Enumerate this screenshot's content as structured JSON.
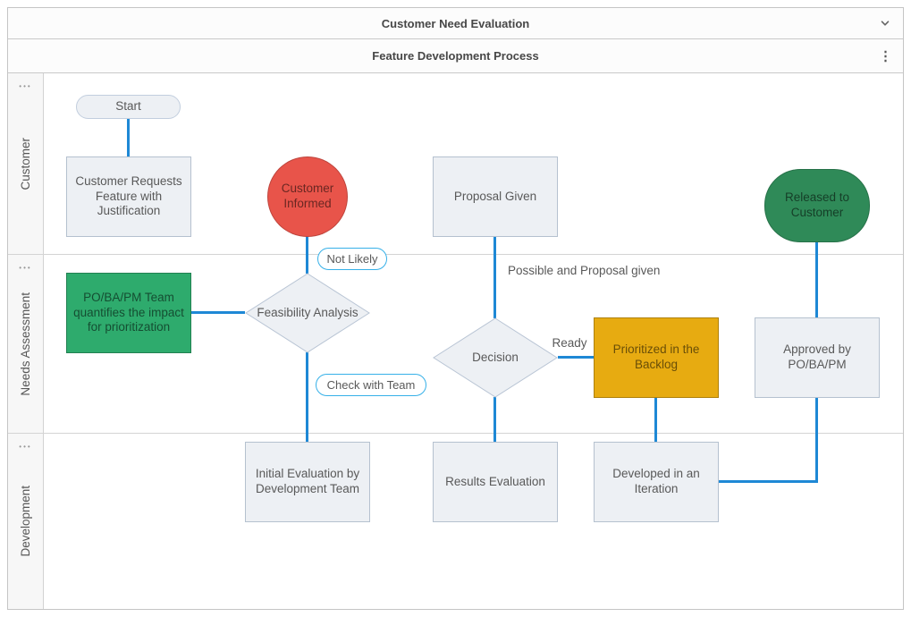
{
  "window": {
    "title": "Customer Need Evaluation",
    "subtitle": "Feature Development Process"
  },
  "lanes": [
    {
      "label": "Customer",
      "menu_icon": "•••"
    },
    {
      "label": "Needs Assessment",
      "menu_icon": "•••"
    },
    {
      "label": "Development",
      "menu_icon": "•••"
    }
  ],
  "nodes": {
    "start": {
      "label": "Start"
    },
    "customer_requests": {
      "label": "Customer Requests\nFeature with\nJustification"
    },
    "customer_informed": {
      "label": "Customer\nInformed"
    },
    "proposal_given": {
      "label": "Proposal Given"
    },
    "released_to_customer": {
      "label": "Released to\nCustomer"
    },
    "po_team_quantifies": {
      "label": "PO/BA/PM Team\nquantifies the impact\nfor prioritization"
    },
    "feasibility_analysis": {
      "label": "Feasibility Analysis"
    },
    "decision": {
      "label": "Decision"
    },
    "prioritized_backlog": {
      "label": "Prioritized in the\nBacklog"
    },
    "approved_by_po": {
      "label": "Approved by\nPO/BA/PM"
    },
    "initial_evaluation": {
      "label": "Initial Evaluation by\nDevelopment Team"
    },
    "results_evaluation": {
      "label": "Results Evaluation"
    },
    "developed_iteration": {
      "label": "Developed in an\nIteration"
    }
  },
  "edge_labels": {
    "not_likely": "Not Likely",
    "check_with_team": "Check with Team",
    "possible_and_proposal_given": "Possible and Proposal given",
    "ready": "Ready"
  },
  "colors": {
    "connector": "#1e88d5",
    "shape_light_fill": "#edf0f4",
    "red_fill": "#e8544a",
    "green_fill": "#2eab6d",
    "dark_green_fill": "#2f8a58",
    "yellow_fill": "#e7ab11",
    "edge_label_border": "#36b0e8"
  },
  "glyphs": {
    "kebab_menu": "⋮"
  },
  "icons": {
    "header_collapse": "chevron-down-icon",
    "header_menu": "kebab-menu-icon",
    "lane_menu": "ellipsis-icon"
  }
}
